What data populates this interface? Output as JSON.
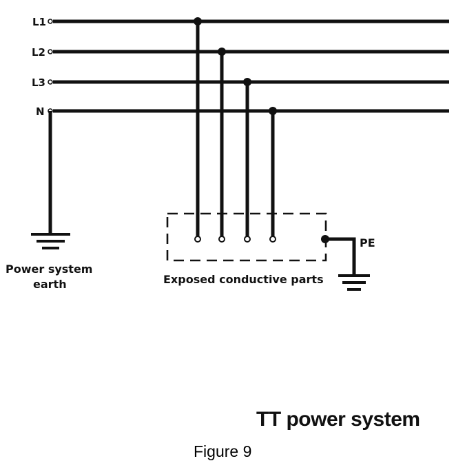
{
  "conductors": [
    {
      "label": "L1"
    },
    {
      "label": "L2"
    },
    {
      "label": "L3"
    },
    {
      "label": "N"
    }
  ],
  "labels": {
    "power_system_earth_line1": "Power system",
    "power_system_earth_line2": "earth",
    "exposed_parts": "Exposed conductive parts",
    "pe": "PE"
  },
  "title": "TT power system",
  "caption": "Figure 9"
}
